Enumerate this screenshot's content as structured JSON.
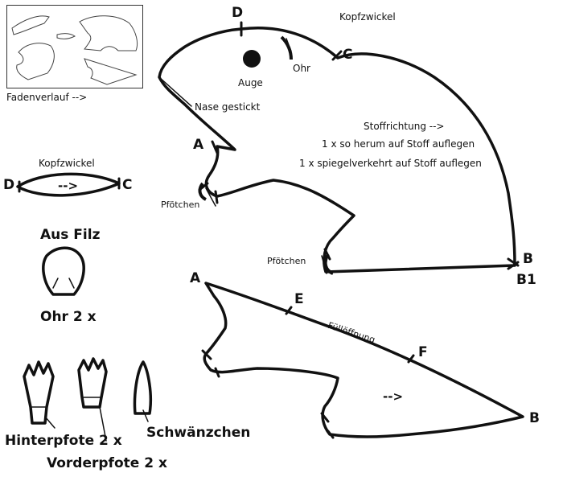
{
  "labels": {
    "title_head": "Kopfzwickel",
    "grain": "Fadenverlauf -->",
    "point_D_top": "D",
    "point_C_top": "C",
    "eye": "Auge",
    "ear": "Ohr",
    "nose": "Nase gestickt",
    "point_A_body": "A",
    "paw_upper": "Pfötchen",
    "paw_lower": "Pfötchen",
    "point_B": "B",
    "point_B1": "B1",
    "instr_direction": "Stoffrichtung -->",
    "instr_once": "1 x so herum auf Stoff auflegen",
    "instr_mirror": "1 x spiegelverkehrt auf Stoff auflegen",
    "gusset_title": "Kopfzwickel",
    "gusset_D": "D",
    "gusset_C": "C",
    "gusset_arrow": "-->",
    "felt_title": "Aus Filz",
    "ear_count": "Ohr 2 x",
    "hind_paw": "Hinterpfote 2 x",
    "front_paw": "Vorderpfote 2 x",
    "tail": "Schwänzchen",
    "belly_A": "A",
    "belly_E": "E",
    "belly_F": "F",
    "belly_B": "B",
    "stuffing_opening": "Füllöffnung",
    "belly_arrow": "-->"
  },
  "colors": {
    "ink": "#111111",
    "paper": "#ffffff"
  }
}
